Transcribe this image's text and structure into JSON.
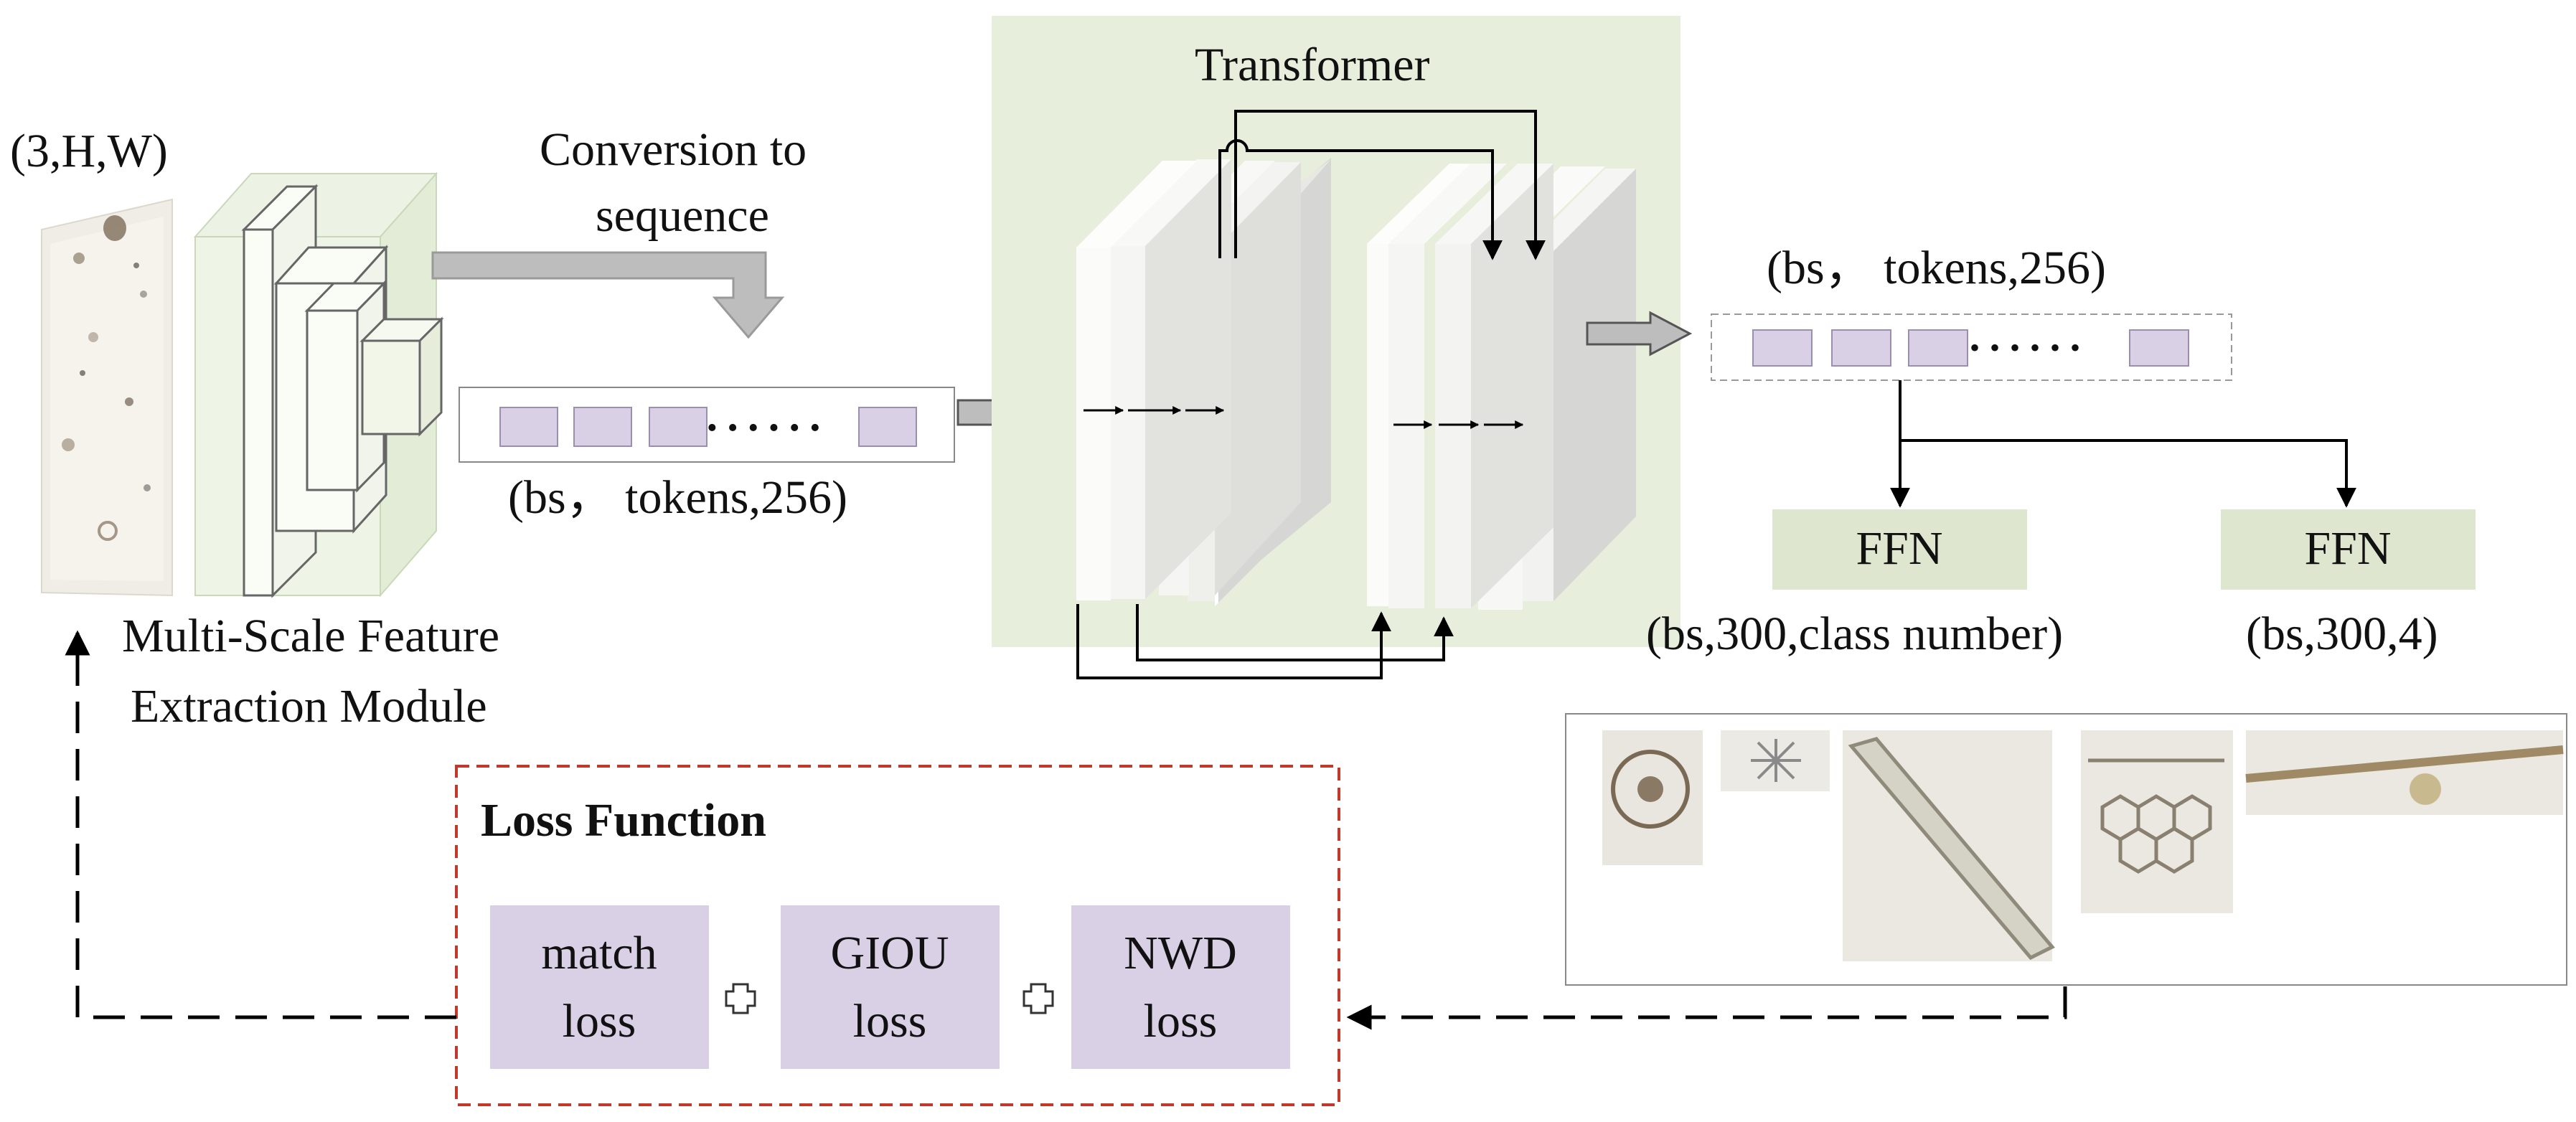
{
  "input": {
    "shape_label": "(3,H,W)"
  },
  "backbone": {
    "label_line1": "Multi-Scale Feature",
    "label_line2": "Extraction Module"
  },
  "conversion": {
    "label_line1": "Conversion to",
    "label_line2": "sequence"
  },
  "sequence_in": {
    "shape_label": "(bs， tokens,256)",
    "dots": "••••••"
  },
  "transformer": {
    "title": "Transformer"
  },
  "sequence_out": {
    "shape_label": "(bs， tokens,256)",
    "dots": "••••••"
  },
  "heads": [
    {
      "label": "FFN",
      "shape": "(bs,300,class number)"
    },
    {
      "label": "FFN",
      "shape": "(bs,300,4)"
    }
  ],
  "loss": {
    "title": "Loss Function",
    "items": [
      {
        "line1": "match",
        "line2": "loss"
      },
      {
        "line1": "GIOU",
        "line2": "loss"
      },
      {
        "line1": "NWD",
        "line2": "loss"
      }
    ]
  },
  "colors": {
    "token": "#d9d0e6",
    "transformer_bg": "#e7efdc",
    "ffn_bg": "#dfe6cf",
    "loss_box": "#d9d0e6",
    "loss_border": "#c0392b"
  }
}
